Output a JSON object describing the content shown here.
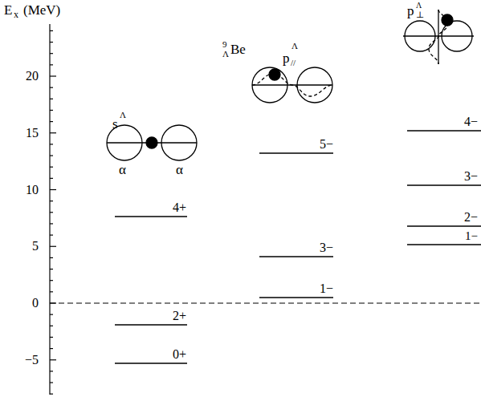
{
  "diagram": {
    "labels": [
      "E",
      "x",
      "(MeV)",
      "20",
      "15",
      "10",
      "5",
      "0",
      "−5",
      "9",
      "Λ",
      "Be",
      "s",
      "Λ",
      "α",
      "α",
      "4+",
      "2+",
      "0+",
      "p",
      "Λ",
      "//",
      "5−",
      "3−",
      "1−",
      "p",
      "Λ",
      "⊥",
      "4−",
      "3−",
      "2−",
      "1−"
    ]
  }
}
